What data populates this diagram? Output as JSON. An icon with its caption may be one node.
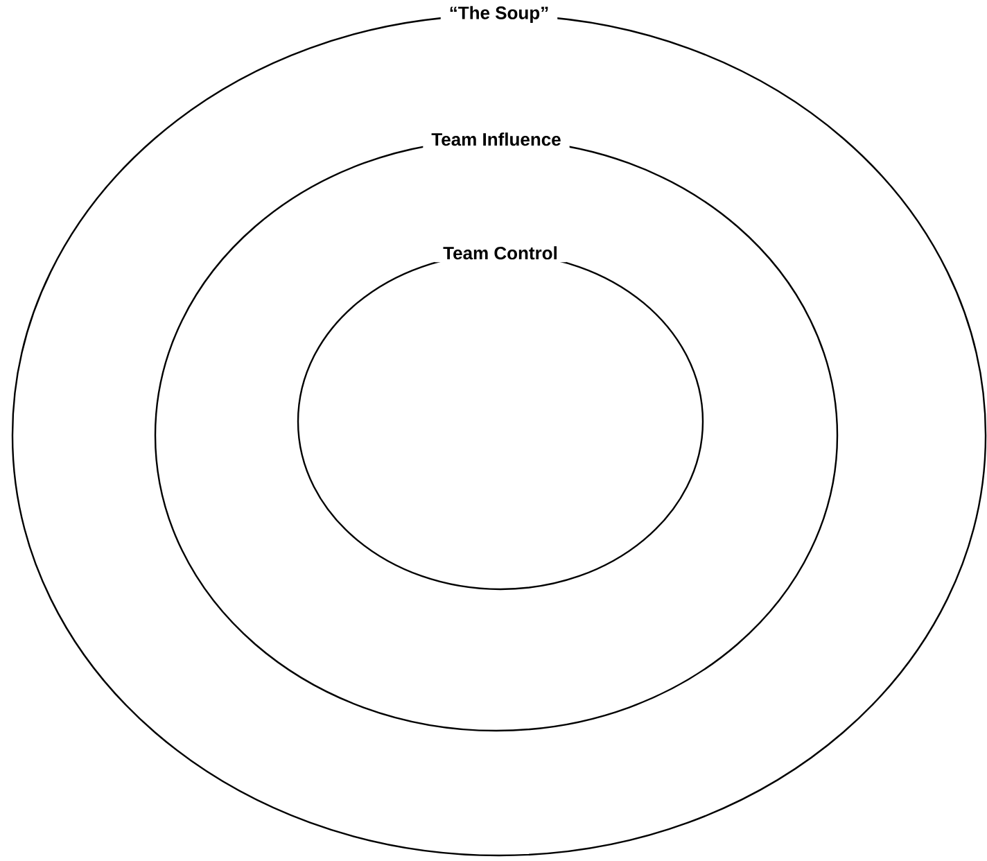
{
  "diagram": {
    "nodes": [
      {
        "text": [
          "“The Soup”"
        ]
      },
      {
        "text": [
          "Team Influence"
        ],
        "in": 0
      },
      {
        "text": [
          "Team Control"
        ],
        "in": 1
      }
    ]
  }
}
